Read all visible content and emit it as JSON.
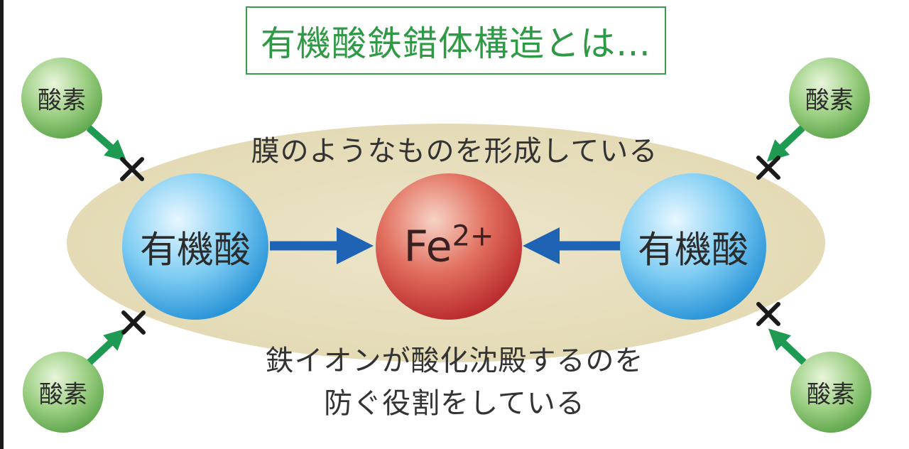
{
  "title": "有機酸鉄錯体構造とは…",
  "membrane_label": "膜のようなものを形成している",
  "role_text": [
    "鉄イオンが酸化沈殿するのを",
    "防ぐ役割をしている"
  ],
  "organic_acid_label": "有機酸",
  "iron_ion": {
    "symbol": "Fe",
    "charge": "2+"
  },
  "oxygen_label": "酸素",
  "colors": {
    "title": "#2f9a45",
    "membrane": "#e8dfbf",
    "arrow_blue": "#1f63b5",
    "arrow_green": "#1e9a52",
    "oxygen_sphere": "#6fb257",
    "organic_sphere": "#4db2e8",
    "iron_sphere": "#d0453a"
  }
}
